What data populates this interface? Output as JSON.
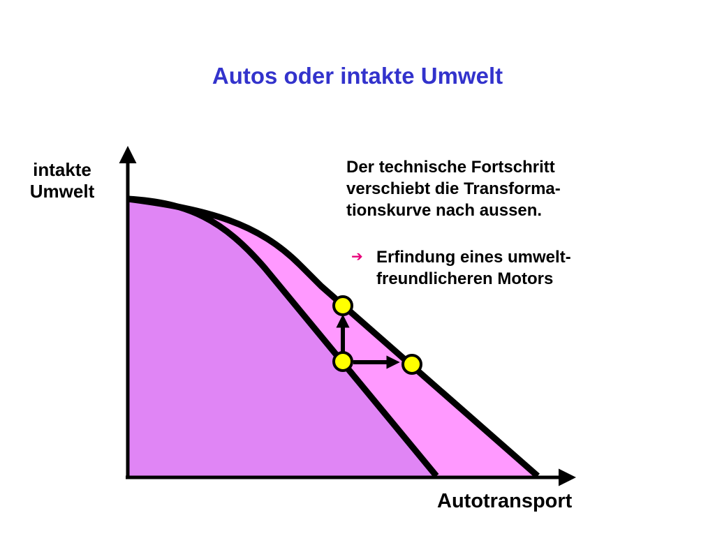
{
  "title": "Autos oder intakte Umwelt",
  "y_axis_label": [
    "intakte",
    "Umwelt"
  ],
  "x_axis_label": "Autotransport",
  "note_lines": [
    "Der technische Fortschritt",
    "verschiebt die Transforma-",
    "tionskurve nach aussen."
  ],
  "bullet": {
    "icon": "arrow-right-icon",
    "glyph": "➔",
    "lines": [
      "Erfindung eines umwelt-",
      "freundlicheren Motors"
    ]
  },
  "colors": {
    "title": "#3333cc",
    "inner_area": "#e085f5",
    "outer_area": "#ff99ff",
    "curve": "#000000",
    "point": "#ffff00",
    "bullet_arrow": "#e8007a"
  }
}
